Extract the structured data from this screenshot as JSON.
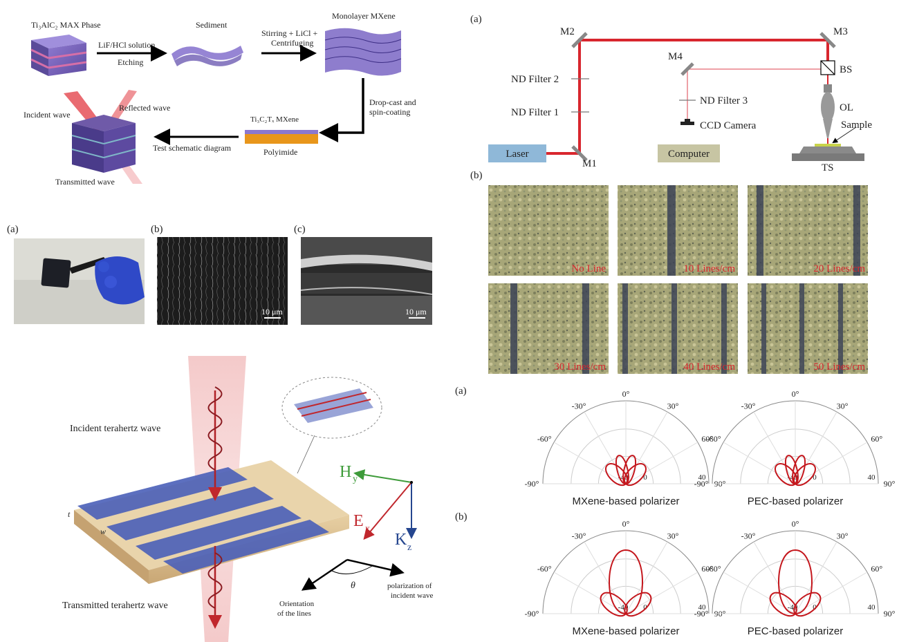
{
  "synthesis": {
    "max_phase": "Ti₃AlC₂ MAX Phase",
    "sediment": "Sediment",
    "monolayer": "Monolayer MXene",
    "step1_top": "LiF/HCl solution",
    "step1_bottom": "Etching",
    "step2_line1": "Stirring + LiCl +",
    "step2_line2": "Centrifuging",
    "step3_line1": "Drop-cast and",
    "step3_line2": "spin-coating",
    "film_top": "Ti₃C₂Tₓ MXene",
    "film_bottom": "Polyimide",
    "test_label": "Test schematic diagram",
    "incident": "Incident wave",
    "reflected": "Reflected wave",
    "transmitted": "Transmitted wave"
  },
  "photos": {
    "label_a": "(a)",
    "label_b": "(b)",
    "label_c": "(c)",
    "scale_b": "10 μm",
    "scale_c": "10 μm"
  },
  "schematic": {
    "incident": "Incident terahertz wave",
    "transmitted": "Transmitted terahertz wave",
    "h": "H",
    "h_sub": "y",
    "e": "E",
    "e_sub": "x",
    "k": "K",
    "k_sub": "z",
    "t": "t",
    "w": "w",
    "theta": "θ",
    "orient_line1": "Orientation",
    "orient_line2": "of the lines",
    "pol_line1": "polarization of",
    "pol_line2": "incident wave"
  },
  "optics": {
    "panel": "(a)",
    "m1": "M1",
    "m2": "M2",
    "m3": "M3",
    "m4": "M4",
    "bs": "BS",
    "nd1": "ND Filter 1",
    "nd2": "ND Filter 2",
    "nd3": "ND Filter 3",
    "ccd": "CCD Camera",
    "ol": "OL",
    "sample": "Sample",
    "laser": "Laser",
    "computer": "Computer",
    "ts": "TS"
  },
  "micrographs": {
    "panel": "(b)",
    "labels": [
      "No Line",
      "10 Lines/cm",
      "20 Lines/cm",
      "30 Lines/cm",
      "40 Lines/cm",
      "50 Lines/cm"
    ]
  },
  "chart_data": [
    {
      "type": "polar",
      "panel": "(a)",
      "title": "MXene-based polarizer",
      "theta_ticks": [
        "-90°",
        "-60°",
        "-30°",
        "0°",
        "30°",
        "60°",
        "90°"
      ],
      "r_ticks": [
        "-40",
        "0",
        "40"
      ]
    },
    {
      "type": "polar",
      "title": "PEC-based polarizer",
      "theta_ticks": [
        "-90°",
        "-60°",
        "-30°",
        "0°",
        "30°",
        "60°",
        "90°"
      ],
      "r_ticks": [
        "-40",
        "0",
        "40"
      ]
    },
    {
      "type": "polar",
      "panel": "(b)",
      "title": "MXene-based polarizer",
      "theta_ticks": [
        "-90°",
        "-60°",
        "-30°",
        "0°",
        "30°",
        "60°",
        "90°"
      ],
      "r_ticks": [
        "-40",
        "0",
        "40"
      ]
    },
    {
      "type": "polar",
      "title": "PEC-based polarizer",
      "theta_ticks": [
        "-90°",
        "-60°",
        "-30°",
        "0°",
        "30°",
        "60°",
        "90°"
      ],
      "r_ticks": [
        "-40",
        "0",
        "40"
      ]
    }
  ],
  "colors": {
    "beam": "#d8262e",
    "purple": "#6f5aa8",
    "orange": "#e8961b",
    "laser_box": "#8fb8d8",
    "computer_box": "#c7c5a3"
  }
}
